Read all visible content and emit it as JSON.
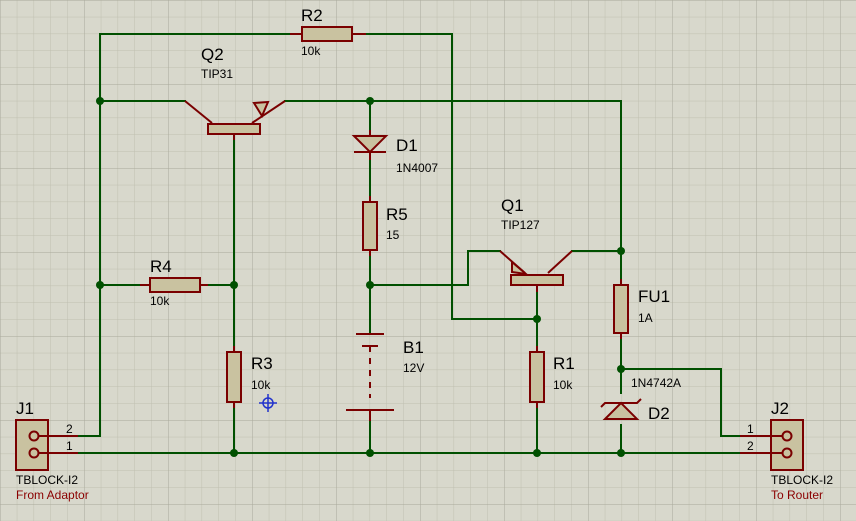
{
  "components": {
    "J1": {
      "ref": "J1",
      "value": "TBLOCK-I2",
      "note": "From Adaptor",
      "pin_top": "2",
      "pin_bottom": "1"
    },
    "J2": {
      "ref": "J2",
      "value": "TBLOCK-I2",
      "note": "To Router",
      "pin_top": "1",
      "pin_bottom": "2"
    },
    "Q1": {
      "ref": "Q1",
      "value": "TIP127"
    },
    "Q2": {
      "ref": "Q2",
      "value": "TIP31"
    },
    "R1": {
      "ref": "R1",
      "value": "10k"
    },
    "R2": {
      "ref": "R2",
      "value": "10k"
    },
    "R3": {
      "ref": "R3",
      "value": "10k"
    },
    "R4": {
      "ref": "R4",
      "value": "10k"
    },
    "R5": {
      "ref": "R5",
      "value": "15"
    },
    "D1": {
      "ref": "D1",
      "value": "1N4007"
    },
    "D2": {
      "ref": "D2",
      "value": "1N4742A"
    },
    "B1": {
      "ref": "B1",
      "value": "12V"
    },
    "FU1": {
      "ref": "FU1",
      "value": "1A"
    }
  },
  "colors": {
    "background": "#d8d8cc",
    "grid": "#bfbfb0",
    "grid_major": "#a9a99a",
    "wire": "#005000",
    "component": "#7a0000",
    "component_fill": "#c9c2a0",
    "note_text": "#8b0000"
  }
}
